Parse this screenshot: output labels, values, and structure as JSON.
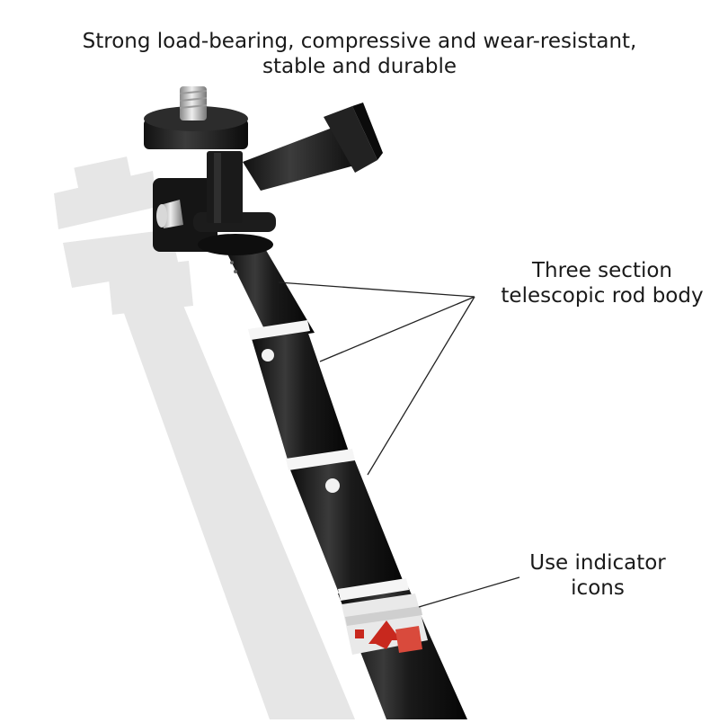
{
  "headline": {
    "line1": "Strong load-bearing, compressive and wear-resistant,",
    "line2": "stable and durable"
  },
  "callouts": {
    "rod_body": {
      "line1": "Three section",
      "line2": "telescopic rod body"
    },
    "indicator_icons": {
      "line1": "Use indicator",
      "line2": "icons"
    }
  },
  "colors": {
    "background": "#ffffff",
    "rod": "#141414",
    "shadow": "#e6e6e6",
    "text": "#1a1a1a",
    "accent_red": "#c8281e"
  },
  "icons": [
    "tripod-screw-mount",
    "thumb-screw-adapter",
    "telescopic-rod",
    "indicator-label"
  ]
}
